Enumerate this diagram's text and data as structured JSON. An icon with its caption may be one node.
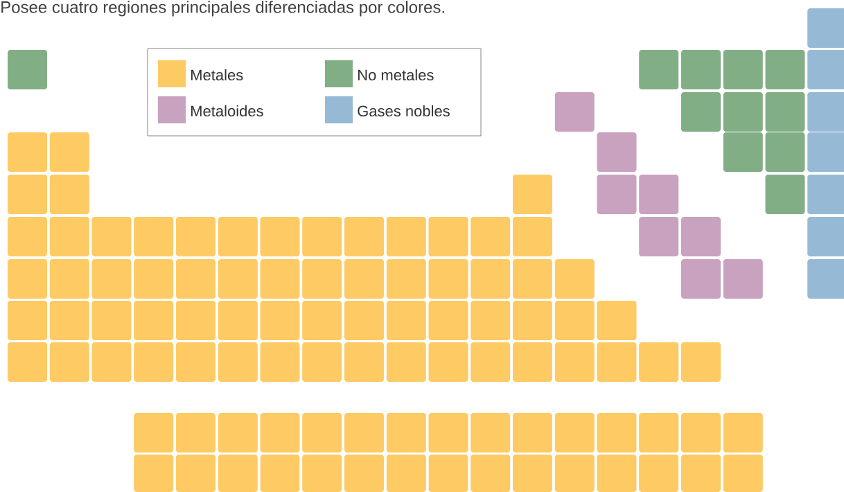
{
  "diagram": {
    "labels": [
      "Posee cuatro regiones principales diferenciadas por colores."
    ],
    "legend": [
      {
        "text": "Metales",
        "color": "#fdca64"
      },
      {
        "text": "No metales",
        "color": "#82ae86"
      },
      {
        "text": "Metaloides",
        "color": "#c9a2bf"
      },
      {
        "text": "Gases nobles",
        "color": "#96bad5"
      }
    ]
  }
}
